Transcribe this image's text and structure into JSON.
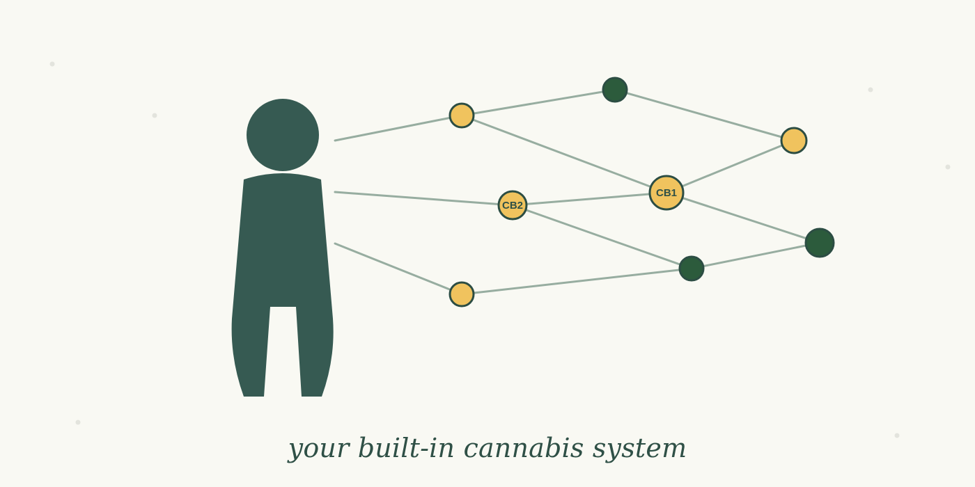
{
  "caption": "your built-in cannabis system",
  "colors": {
    "background": "#f9f9f3",
    "figure": "#365a52",
    "edge": "#97ada0",
    "node_yellow": "#f0c35e",
    "node_green": "#2c5b3c",
    "node_stroke": "#2c4d43",
    "dot": "#e3e4dd"
  },
  "nodes": [
    {
      "id": "y1",
      "label": "",
      "kind": "yellow"
    },
    {
      "id": "g1",
      "label": "",
      "kind": "green"
    },
    {
      "id": "y2",
      "label": "",
      "kind": "yellow"
    },
    {
      "id": "cb1",
      "label": "CB1",
      "kind": "yellow"
    },
    {
      "id": "cb2",
      "label": "CB2",
      "kind": "yellow"
    },
    {
      "id": "g2",
      "label": "",
      "kind": "green"
    },
    {
      "id": "g3",
      "label": "",
      "kind": "green"
    },
    {
      "id": "y3",
      "label": "",
      "kind": "yellow"
    }
  ],
  "edges": [
    [
      "figure-top",
      "y1"
    ],
    [
      "y1",
      "g1"
    ],
    [
      "g1",
      "y2"
    ],
    [
      "y1",
      "cb1"
    ],
    [
      "y2",
      "cb1"
    ],
    [
      "figure-middle",
      "cb2"
    ],
    [
      "cb2",
      "cb1"
    ],
    [
      "cb1",
      "g3"
    ],
    [
      "cb2",
      "g2"
    ],
    [
      "g2",
      "g3"
    ],
    [
      "figure-bottom",
      "y3"
    ],
    [
      "y3",
      "g2"
    ]
  ]
}
